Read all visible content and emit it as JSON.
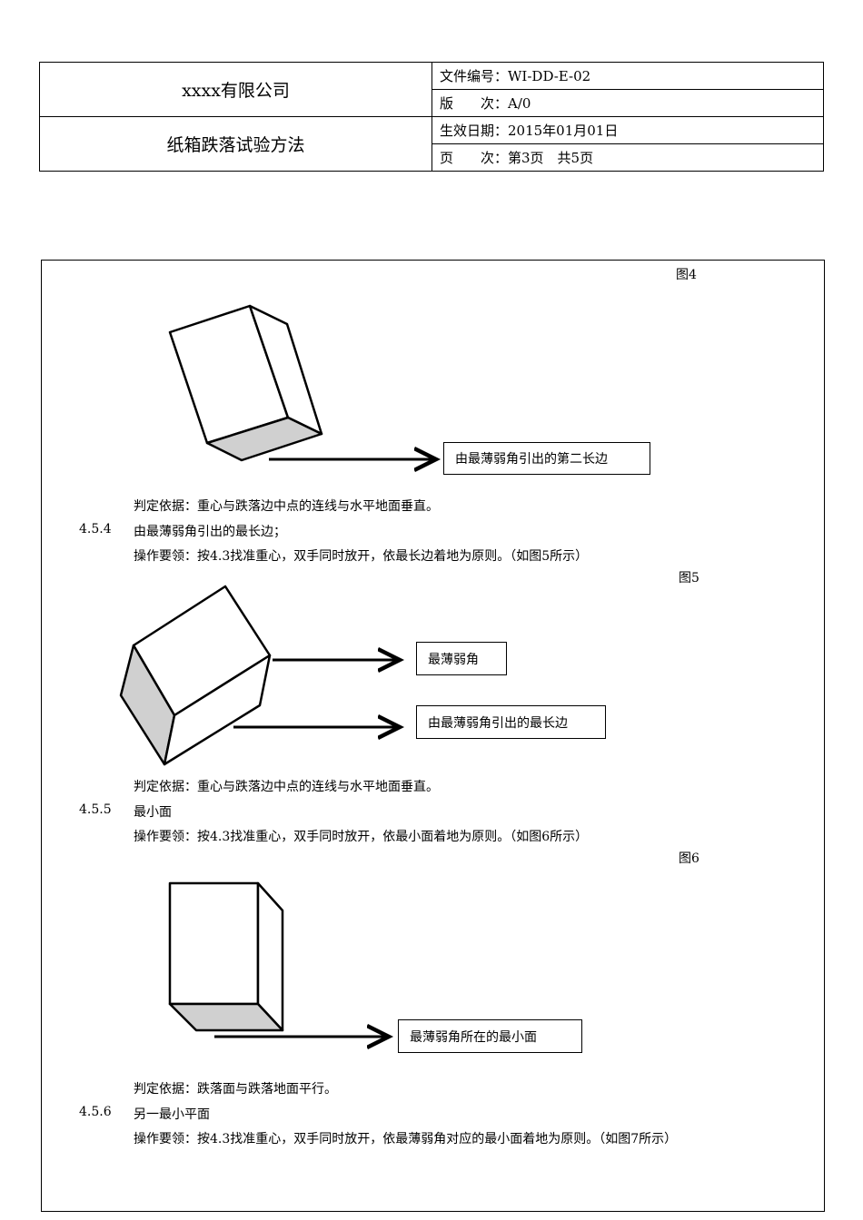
{
  "header": {
    "company": "xxxx有限公司",
    "title": "纸箱跌落试验方法",
    "doc_no": "文件编号：WI-DD-E-02",
    "version": "版　　次：A/0",
    "effective_date": "生效日期：2015年01月01日",
    "page": "页　　次：第3页　共5页"
  },
  "figures": {
    "fig4": {
      "caption": "图4",
      "label": "由最薄弱角引出的第二长边"
    },
    "fig5": {
      "caption": "图5",
      "label1": "最薄弱角",
      "label2": "由最薄弱角引出的最长边"
    },
    "fig6": {
      "caption": "图6",
      "label": "最薄弱角所在的最小面"
    }
  },
  "body": {
    "criteria1": "判定依据：重心与跌落边中点的连线与水平地面垂直。",
    "s454_num": "4.5.4",
    "s454_title": "由最薄弱角引出的最长边；",
    "s454_op": "操作要领：按4.3找准重心，双手同时放开，依最长边着地为原则。（如图5所示）",
    "criteria2": "判定依据：重心与跌落边中点的连线与水平地面垂直。",
    "s455_num": "4.5.5",
    "s455_title": "最小面",
    "s455_op": "操作要领：按4.3找准重心，双手同时放开，依最小面着地为原则。（如图6所示）",
    "criteria3": "判定依据：跌落面与跌落地面平行。",
    "s456_num": "4.5.6",
    "s456_title": "另一最小平面",
    "s456_op": "操作要领：按4.3找准重心，双手同时放开，依最薄弱角对应的最小面着地为原则。（如图7所示）"
  },
  "colors": {
    "shade": "#d0d0d0"
  }
}
